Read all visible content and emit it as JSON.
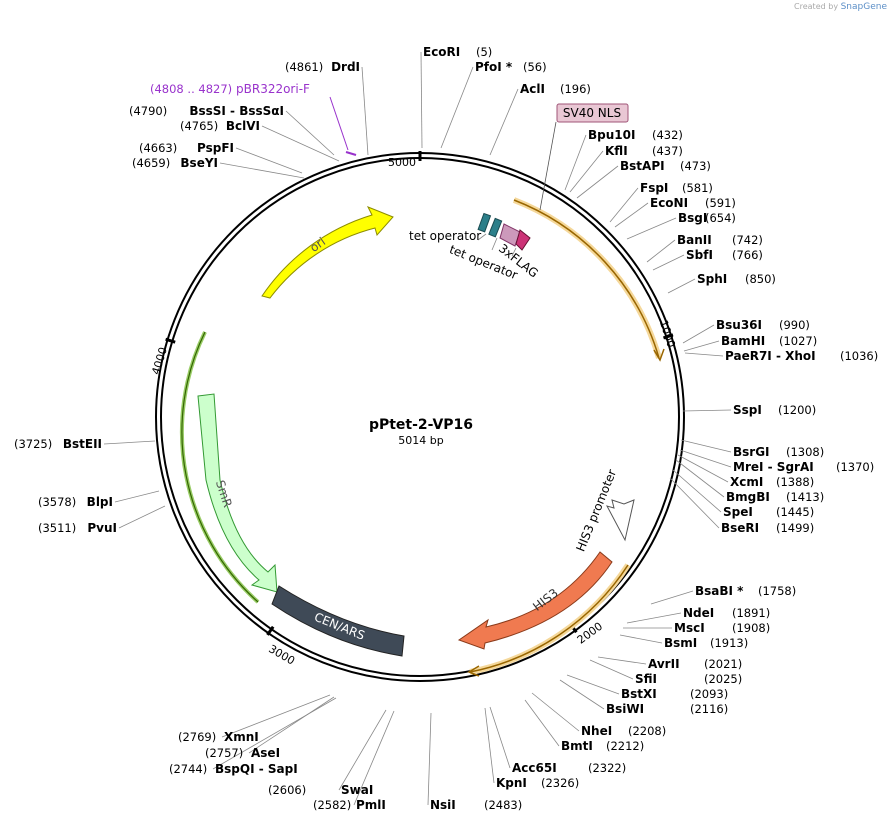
{
  "credit": {
    "prefix": "Created by",
    "brand": "SnapGene"
  },
  "plasmid": {
    "name": "pPtet-2-VP16",
    "size_label": "5014 bp",
    "length": 5014
  },
  "ticks": [
    "5000",
    "1000",
    "2000",
    "3000",
    "4000"
  ],
  "primer": {
    "range": "(4808 .. 4827)",
    "name": "pBR322ori-F",
    "color": "#9933cc"
  },
  "features": [
    {
      "name": "ori",
      "color": "#ffff00"
    },
    {
      "name": "SmR",
      "color": "#ccffcc"
    },
    {
      "name": "CEN/ARS",
      "color": "#3f4a57"
    },
    {
      "name": "HIS3",
      "color": "#f07a50"
    },
    {
      "name": "HIS3 promoter",
      "color": "#ffffff"
    },
    {
      "name": "3xFLAG",
      "color": "#cc3377"
    },
    {
      "name": "tet operator",
      "color": "#2c7f8a"
    },
    {
      "name": "tet operator",
      "color": "#2c7f8a"
    },
    {
      "name": "SV40 NLS",
      "color": "#e9c7d4"
    }
  ],
  "sites": [
    {
      "name": "EcoRI",
      "pos": "(5)"
    },
    {
      "name": "PfoI *",
      "pos": "(56)"
    },
    {
      "name": "AclI",
      "pos": "(196)"
    },
    {
      "name": "Bpu10I",
      "pos": "(432)"
    },
    {
      "name": "KflI",
      "pos": "(437)"
    },
    {
      "name": "BstAPI",
      "pos": "(473)"
    },
    {
      "name": "FspI",
      "pos": "(581)"
    },
    {
      "name": "EcoNI",
      "pos": "(591)"
    },
    {
      "name": "BsgI",
      "pos": "(654)"
    },
    {
      "name": "BanII",
      "pos": "(742)"
    },
    {
      "name": "SbfI",
      "pos": "(766)"
    },
    {
      "name": "SphI",
      "pos": "(850)"
    },
    {
      "name": "Bsu36I",
      "pos": "(990)"
    },
    {
      "name": "BamHI",
      "pos": "(1027)"
    },
    {
      "name": "PaeR7I - XhoI",
      "pos": "(1036)"
    },
    {
      "name": "SspI",
      "pos": "(1200)"
    },
    {
      "name": "BsrGI",
      "pos": "(1308)"
    },
    {
      "name": "MreI - SgrAI",
      "pos": "(1370)"
    },
    {
      "name": "XcmI",
      "pos": "(1388)"
    },
    {
      "name": "BmgBI",
      "pos": "(1413)"
    },
    {
      "name": "SpeI",
      "pos": "(1445)"
    },
    {
      "name": "BseRI",
      "pos": "(1499)"
    },
    {
      "name": "BsaBI *",
      "pos": "(1758)"
    },
    {
      "name": "NdeI",
      "pos": "(1891)"
    },
    {
      "name": "MscI",
      "pos": "(1908)"
    },
    {
      "name": "BsmI",
      "pos": "(1913)"
    },
    {
      "name": "AvrII",
      "pos": "(2021)"
    },
    {
      "name": "SfiI",
      "pos": "(2025)"
    },
    {
      "name": "BstXI",
      "pos": "(2093)"
    },
    {
      "name": "BsiWI",
      "pos": "(2116)"
    },
    {
      "name": "NheI",
      "pos": "(2208)"
    },
    {
      "name": "BmtI",
      "pos": "(2212)"
    },
    {
      "name": "Acc65I",
      "pos": "(2322)"
    },
    {
      "name": "KpnI",
      "pos": "(2326)"
    },
    {
      "name": "NsiI",
      "pos": "(2483)"
    },
    {
      "name": "PmlI",
      "pos": "(2582)"
    },
    {
      "name": "SwaI",
      "pos": "(2606)"
    },
    {
      "name": "BspQI - SapI",
      "pos": "(2744)"
    },
    {
      "name": "AseI",
      "pos": "(2757)"
    },
    {
      "name": "XmnI",
      "pos": "(2769)"
    },
    {
      "name": "BstEII",
      "pos": "(3725)"
    },
    {
      "name": "BlpI",
      "pos": "(3578)"
    },
    {
      "name": "PvuI",
      "pos": "(3511)"
    },
    {
      "name": "BseYI",
      "pos": "(4659)"
    },
    {
      "name": "PspFI",
      "pos": "(4663)"
    },
    {
      "name": "BclVI",
      "pos": "(4765)"
    },
    {
      "name": "BssSI - BssSαI",
      "pos": "(4790)"
    },
    {
      "name": "DrdI",
      "pos": "(4861)"
    }
  ]
}
